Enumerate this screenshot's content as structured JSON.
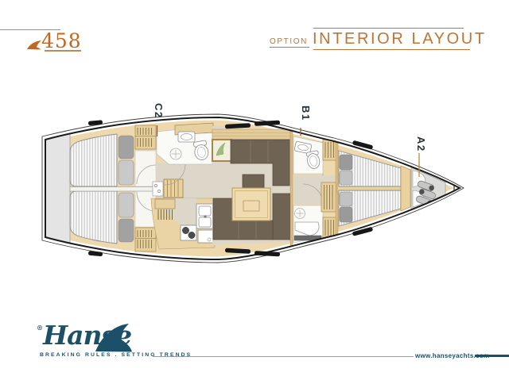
{
  "header": {
    "model_number": "458",
    "option_label": "OPTION",
    "title": "INTERIOR LAYOUT"
  },
  "plan": {
    "section_labels": [
      {
        "id": "C2"
      },
      {
        "id": "B1"
      },
      {
        "id": "A2"
      }
    ]
  },
  "footer": {
    "brand": "Hanse",
    "registered": "®",
    "tagline": "BREAKING RULES . SETTING TRENDS",
    "website": "www.hanseyachts.com"
  },
  "colors": {
    "accent_orange": "#c2671f",
    "title_orange": "#bf7435",
    "rule_bronze": "#b98d52",
    "brand_navy": "#1b5068",
    "label_navy": "#26323e",
    "leader_brown": "#9b5a26",
    "leader_gold": "#c08a2e",
    "hull_wood": "#eed9ae",
    "wood_dark": "#d9b87e",
    "floor_beige": "#ddd7ca",
    "sofa_brown": "#6f6354",
    "platform_gray": "#e4e4e4"
  }
}
